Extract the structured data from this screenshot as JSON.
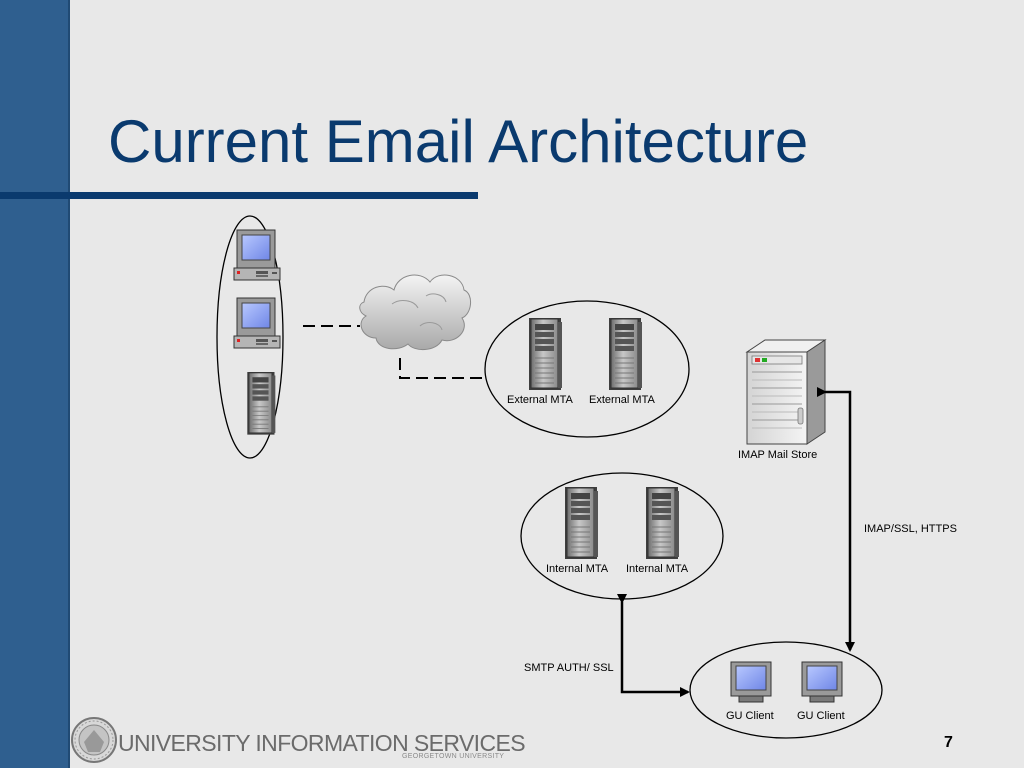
{
  "slide": {
    "title": "Current Email Architecture",
    "page_number": "7"
  },
  "diagram": {
    "labels": {
      "external_mta_1": "External MTA",
      "external_mta_2": "External MTA",
      "imap_store": "IMAP  Mail Store",
      "imap_protocols": "IMAP/SSL, HTTPS",
      "internal_mta_1": "Internal MTA",
      "internal_mta_2": "Internal MTA",
      "smtp_protocols": "SMTP AUTH/ SSL",
      "client_1": "GU Client",
      "client_2": "GU Client"
    }
  },
  "footer": {
    "org": "UNIVERSITY INFORMATION SERVICES",
    "sub": "GEORGETOWN UNIVERSITY"
  },
  "colors": {
    "sidebar": "#2f5f8f",
    "title": "#0a3a6e",
    "background": "#e8e8e8"
  }
}
